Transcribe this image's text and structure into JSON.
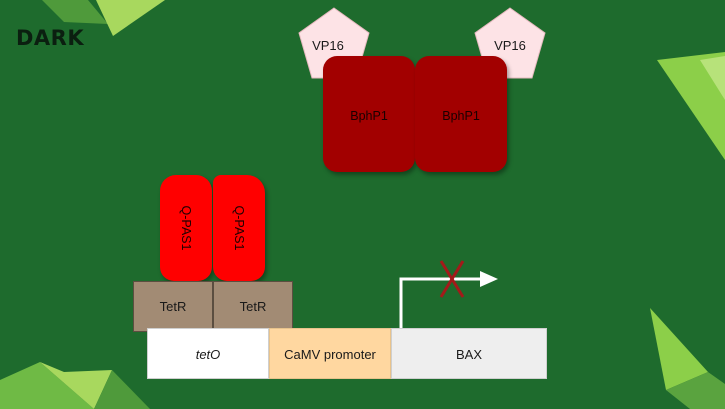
{
  "title": "DARK",
  "proteins": {
    "vp16_left": "VP16",
    "vp16_right": "VP16",
    "bphp1_left": "BphP1",
    "bphp1_right": "BphP1",
    "qpas1_left": "Q-PAS1",
    "qpas1_right": "Q-PAS1",
    "tetr_left": "TetR",
    "tetr_right": "TetR"
  },
  "dna": {
    "operator": "tetO",
    "promoter": "CaMV promoter",
    "gene": "BAX"
  },
  "colors": {
    "background": "#1e6b2d",
    "vp16": "#fde3e6",
    "bphp1": "#a20000",
    "qpas1": "#ff0000",
    "tetr": "#a28b74",
    "promoter": "#ffd7a0",
    "gene": "#eeeeee",
    "blocked_mark": "#a31a1a"
  },
  "transcription_blocked": true
}
